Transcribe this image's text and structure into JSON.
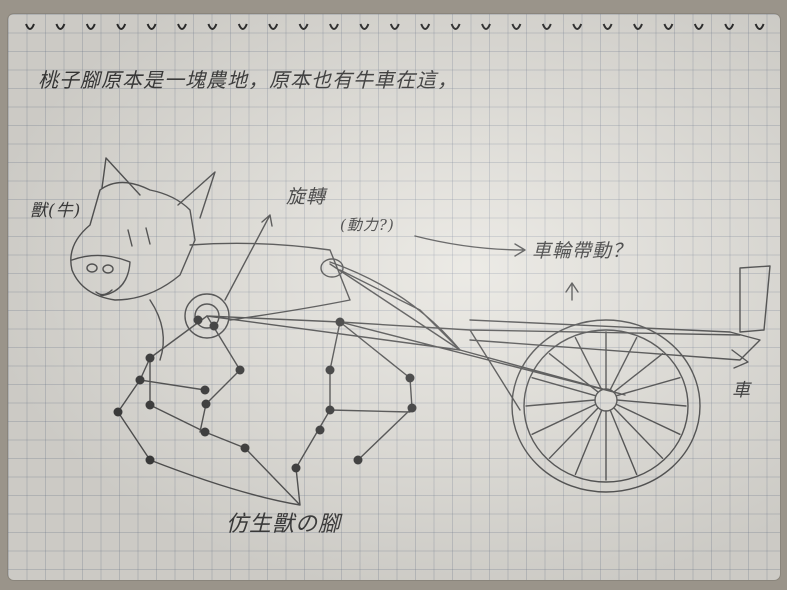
{
  "notes": {
    "top_line": "桃子腳原本是一塊農地，原本也有牛車在這，",
    "beast_label": "獸(牛)",
    "rotate_label": "旋轉",
    "power_label": "(動力?)",
    "wheel_label": "車輪帶動？",
    "cart_label": "車",
    "legs_label": "仿生獸の腳"
  },
  "colors": {
    "paper": "#e8e6e0",
    "grid": "#8b94a8",
    "pencil": "#4a4a4a",
    "binding": "#cfcfcf"
  }
}
